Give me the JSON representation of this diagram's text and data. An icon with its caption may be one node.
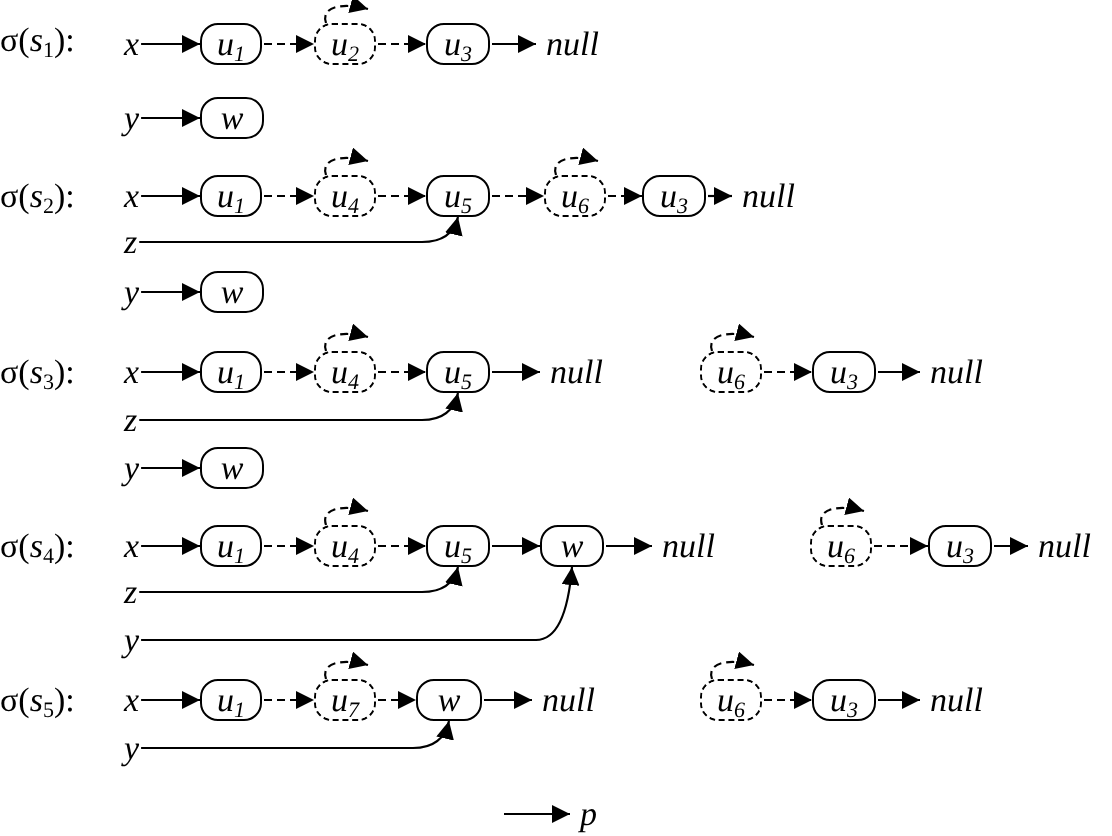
{
  "diagram": {
    "nodes": [
      {
        "text": [
          "x"
        ]
      },
      {
        "text": [
          "u$_{1}$"
        ]
      },
      {
        "text": [
          "u$_{2}$"
        ]
      },
      {
        "text": [
          "u$_{3}$"
        ]
      },
      {
        "text": [
          "null"
        ]
      },
      {
        "text": [
          "y"
        ]
      },
      {
        "text": [
          "w"
        ]
      },
      {
        "text": [
          "x"
        ]
      },
      {
        "text": [
          "u$_{1}$"
        ]
      },
      {
        "text": [
          "u$_{4}$"
        ]
      },
      {
        "text": [
          "u$_{5}$"
        ]
      },
      {
        "text": [
          "u$_{6}$"
        ]
      },
      {
        "text": [
          "u$_{3}$"
        ]
      },
      {
        "text": [
          "null"
        ]
      },
      {
        "text": [
          "z"
        ]
      },
      {
        "text": [
          "y"
        ]
      },
      {
        "text": [
          "w"
        ]
      },
      {
        "text": [
          "x"
        ]
      },
      {
        "text": [
          "u$_{1}$"
        ]
      },
      {
        "text": [
          "u$_{4}$"
        ]
      },
      {
        "text": [
          "u$_{5}$"
        ]
      },
      {
        "text": [
          "null"
        ]
      },
      {
        "text": [
          "u$_{6}$"
        ]
      },
      {
        "text": [
          "u$_{3}$"
        ]
      },
      {
        "text": [
          "null"
        ]
      },
      {
        "text": [
          "z"
        ]
      },
      {
        "text": [
          "y"
        ]
      },
      {
        "text": [
          "w"
        ]
      },
      {
        "text": [
          "x"
        ]
      },
      {
        "text": [
          "u$_{1}$"
        ]
      },
      {
        "text": [
          "u$_{4}$"
        ]
      },
      {
        "text": [
          "u$_{5}$"
        ]
      },
      {
        "text": [
          "w"
        ]
      },
      {
        "text": [
          "null"
        ]
      },
      {
        "text": [
          "u$_{6}$"
        ]
      },
      {
        "text": [
          "u$_{3}$"
        ]
      },
      {
        "text": [
          "null"
        ]
      },
      {
        "text": [
          "z"
        ]
      },
      {
        "text": [
          "y"
        ]
      },
      {
        "text": [
          "x"
        ]
      },
      {
        "text": [
          "u$_{1}$"
        ]
      },
      {
        "text": [
          "u$_{7}$"
        ]
      },
      {
        "text": [
          "w"
        ]
      },
      {
        "text": [
          "null"
        ]
      },
      {
        "text": [
          "u$_{6}$"
        ]
      },
      {
        "text": [
          "u$_{3}$"
        ]
      },
      {
        "text": [
          "null"
        ]
      },
      {
        "text": [
          "y"
        ]
      }
    ],
    "edges": [
      {
        "from": 0,
        "to": 1,
        "arrow": "to"
      },
      {
        "from": 1,
        "to": 2,
        "arrow": "to",
        "style": "dashed"
      },
      {
        "from": 2,
        "to": 2,
        "arrow": "to",
        "style": "dashed"
      },
      {
        "from": 2,
        "to": 3,
        "arrow": "to",
        "style": "dashed"
      },
      {
        "from": 3,
        "to": 4,
        "arrow": "to"
      },
      {
        "from": 5,
        "to": 6,
        "arrow": "to"
      },
      {
        "from": 7,
        "to": 8,
        "arrow": "to"
      },
      {
        "from": 8,
        "to": 9,
        "arrow": "to",
        "style": "dashed"
      },
      {
        "from": 9,
        "to": 9,
        "arrow": "to",
        "style": "dashed"
      },
      {
        "from": 9,
        "to": 10,
        "arrow": "to",
        "style": "dashed"
      },
      {
        "from": 10,
        "to": 11,
        "arrow": "to",
        "style": "dashed"
      },
      {
        "from": 11,
        "to": 11,
        "arrow": "to",
        "style": "dashed"
      },
      {
        "from": 11,
        "to": 12,
        "arrow": "to",
        "style": "dashed"
      },
      {
        "from": 12,
        "to": 13,
        "arrow": "to"
      },
      {
        "from": 14,
        "to": 10,
        "arrow": "to"
      },
      {
        "from": 15,
        "to": 16,
        "arrow": "to"
      },
      {
        "from": 17,
        "to": 18,
        "arrow": "to"
      },
      {
        "from": 18,
        "to": 19,
        "arrow": "to",
        "style": "dashed"
      },
      {
        "from": 19,
        "to": 19,
        "arrow": "to",
        "style": "dashed"
      },
      {
        "from": 19,
        "to": 20,
        "arrow": "to",
        "style": "dashed"
      },
      {
        "from": 20,
        "to": 21,
        "arrow": "to"
      },
      {
        "from": 22,
        "to": 22,
        "arrow": "to",
        "style": "dashed"
      },
      {
        "from": 22,
        "to": 23,
        "arrow": "to",
        "style": "dashed"
      },
      {
        "from": 23,
        "to": 24,
        "arrow": "to"
      },
      {
        "from": 25,
        "to": 20,
        "arrow": "to"
      },
      {
        "from": 26,
        "to": 27,
        "arrow": "to"
      },
      {
        "from": 28,
        "to": 29,
        "arrow": "to"
      },
      {
        "from": 29,
        "to": 30,
        "arrow": "to",
        "style": "dashed"
      },
      {
        "from": 30,
        "to": 30,
        "arrow": "to",
        "style": "dashed"
      },
      {
        "from": 30,
        "to": 31,
        "arrow": "to",
        "style": "dashed"
      },
      {
        "from": 31,
        "to": 32,
        "arrow": "to"
      },
      {
        "from": 32,
        "to": 33,
        "arrow": "to"
      },
      {
        "from": 34,
        "to": 34,
        "arrow": "to",
        "style": "dashed"
      },
      {
        "from": 34,
        "to": 35,
        "arrow": "to",
        "style": "dashed"
      },
      {
        "from": 35,
        "to": 36,
        "arrow": "to"
      },
      {
        "from": 37,
        "to": 31,
        "arrow": "to"
      },
      {
        "from": 38,
        "to": 32,
        "arrow": "to"
      },
      {
        "from": 39,
        "to": 40,
        "arrow": "to"
      },
      {
        "from": 40,
        "to": 41,
        "arrow": "to",
        "style": "dashed"
      },
      {
        "from": 41,
        "to": 41,
        "arrow": "to",
        "style": "dashed"
      },
      {
        "from": 41,
        "to": 42,
        "arrow": "to",
        "style": "dashed"
      },
      {
        "from": 42,
        "to": 43,
        "arrow": "to"
      },
      {
        "from": 44,
        "to": 44,
        "arrow": "to",
        "style": "dashed"
      },
      {
        "from": 44,
        "to": 45,
        "arrow": "to",
        "style": "dashed"
      },
      {
        "from": 45,
        "to": 46,
        "arrow": "to"
      },
      {
        "from": 47,
        "to": 42,
        "arrow": "to"
      }
    ],
    "labels": [
      "σ(*s*$_{1}$):",
      "σ(*s*$_{2}$):",
      "σ(*s*$_{3}$):",
      "σ(*s*$_{4}$):",
      "σ(*s*$_{5}$):"
    ],
    "legend": [
      {
        "text": "p"
      }
    ]
  }
}
